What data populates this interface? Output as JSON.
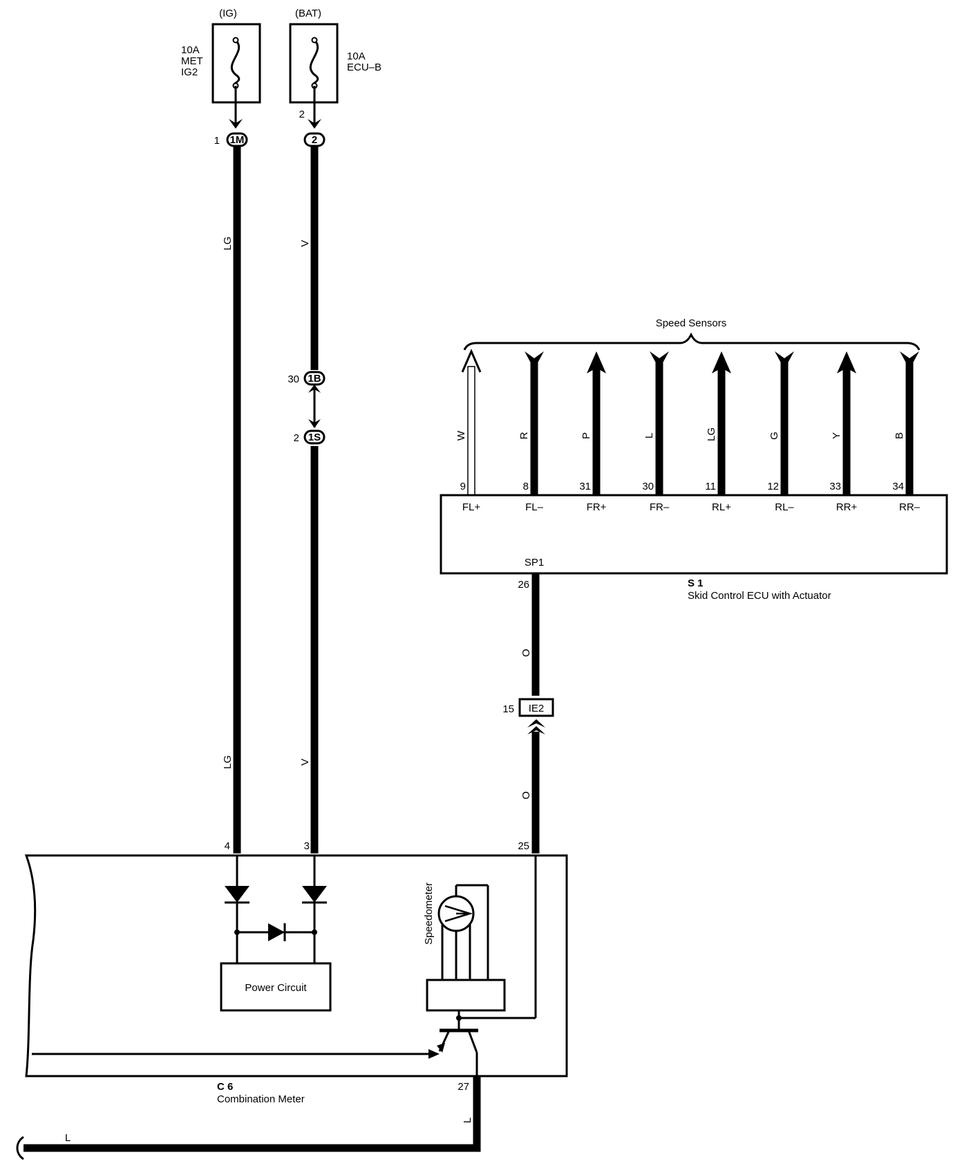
{
  "fuses": {
    "ig": {
      "source": "(IG)",
      "label_lines": [
        "10A",
        "MET",
        "IG2"
      ],
      "pin": "1",
      "connector": "1M"
    },
    "bat": {
      "source": "(BAT)",
      "label_lines": [
        "10A",
        "ECU–B"
      ],
      "pin": "2",
      "connector": "2"
    }
  },
  "wires": {
    "lg_upper": "LG",
    "v_upper": "V",
    "lg_lower": "LG",
    "v_lower": "V",
    "o_upper": "O",
    "o_lower": "O",
    "l_vertical": "L",
    "l_horizontal": "L"
  },
  "connectors": {
    "c1b": {
      "pin": "30",
      "id": "1B"
    },
    "c1s": {
      "pin": "2",
      "id": "1S"
    },
    "ie2": {
      "pin": "15",
      "id": "IE2"
    }
  },
  "speed_sensors": {
    "title": "Speed Sensors",
    "wires": [
      {
        "color": "W",
        "pin": "9",
        "terminal": "FL+",
        "direction": "up",
        "hollow": true
      },
      {
        "color": "R",
        "pin": "8",
        "terminal": "FL–",
        "direction": "down",
        "hollow": false
      },
      {
        "color": "P",
        "pin": "31",
        "terminal": "FR+",
        "direction": "up",
        "hollow": false
      },
      {
        "color": "L",
        "pin": "30",
        "terminal": "FR–",
        "direction": "down",
        "hollow": false
      },
      {
        "color": "LG",
        "pin": "11",
        "terminal": "RL+",
        "direction": "up",
        "hollow": false
      },
      {
        "color": "G",
        "pin": "12",
        "terminal": "RL–",
        "direction": "down",
        "hollow": false
      },
      {
        "color": "Y",
        "pin": "33",
        "terminal": "RR+",
        "direction": "up",
        "hollow": false
      },
      {
        "color": "B",
        "pin": "34",
        "terminal": "RR–",
        "direction": "down",
        "hollow": false
      }
    ]
  },
  "ecu": {
    "code": "S 1",
    "name": "Skid Control ECU with Actuator",
    "output_terminal": "SP1",
    "output_pin": "26"
  },
  "meter": {
    "code": "C 6",
    "name": "Combination Meter",
    "pins": {
      "lg": "4",
      "v": "3",
      "o": "25",
      "l": "27"
    },
    "power_circuit": "Power Circuit",
    "speedometer": "Speedometer"
  }
}
